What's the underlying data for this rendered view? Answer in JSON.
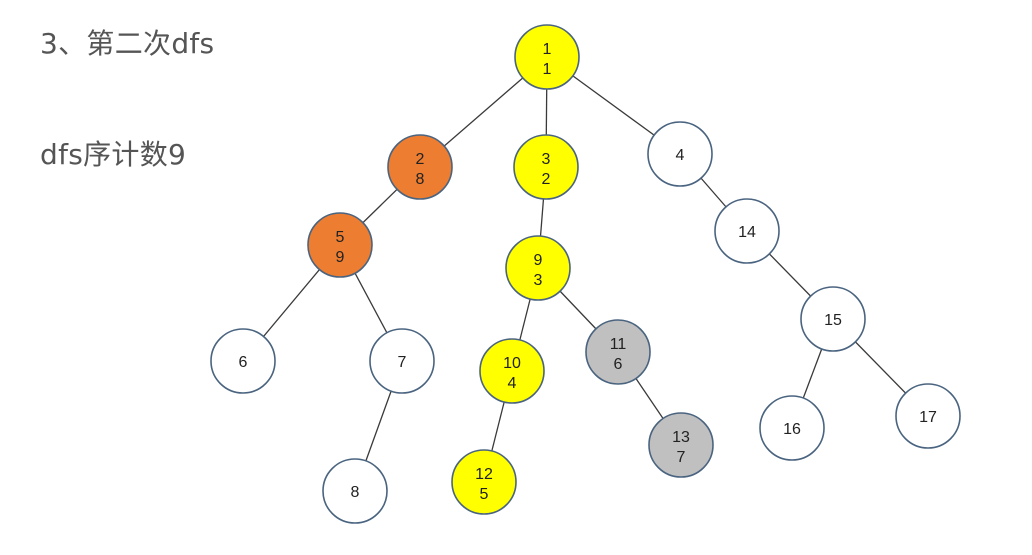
{
  "title": "3、第二次dfs",
  "counter_label": "dfs序计数9",
  "colors": {
    "current_path": "#ffff00",
    "finished": "#ed7d31",
    "visited_subtree": "#c0c0c0",
    "unvisited": "#ffffff",
    "node_border": "#4a6480",
    "edge": "#3a3a3a"
  },
  "nodes": [
    {
      "id": "1",
      "order": "1",
      "state": "current_path"
    },
    {
      "id": "2",
      "order": "8",
      "state": "finished"
    },
    {
      "id": "3",
      "order": "2",
      "state": "current_path"
    },
    {
      "id": "4",
      "order": "",
      "state": "unvisited"
    },
    {
      "id": "5",
      "order": "9",
      "state": "finished"
    },
    {
      "id": "6",
      "order": "",
      "state": "unvisited"
    },
    {
      "id": "7",
      "order": "",
      "state": "unvisited"
    },
    {
      "id": "8",
      "order": "",
      "state": "unvisited"
    },
    {
      "id": "9",
      "order": "3",
      "state": "current_path"
    },
    {
      "id": "10",
      "order": "4",
      "state": "current_path"
    },
    {
      "id": "11",
      "order": "6",
      "state": "visited_subtree"
    },
    {
      "id": "12",
      "order": "5",
      "state": "current_path"
    },
    {
      "id": "13",
      "order": "7",
      "state": "visited_subtree"
    },
    {
      "id": "14",
      "order": "",
      "state": "unvisited"
    },
    {
      "id": "15",
      "order": "",
      "state": "unvisited"
    },
    {
      "id": "16",
      "order": "",
      "state": "unvisited"
    },
    {
      "id": "17",
      "order": "",
      "state": "unvisited"
    }
  ],
  "edges": [
    [
      "1",
      "2"
    ],
    [
      "1",
      "3"
    ],
    [
      "1",
      "4"
    ],
    [
      "2",
      "5"
    ],
    [
      "5",
      "6"
    ],
    [
      "5",
      "7"
    ],
    [
      "7",
      "8"
    ],
    [
      "3",
      "9"
    ],
    [
      "9",
      "10"
    ],
    [
      "9",
      "11"
    ],
    [
      "10",
      "12"
    ],
    [
      "11",
      "13"
    ],
    [
      "4",
      "14"
    ],
    [
      "14",
      "15"
    ],
    [
      "15",
      "16"
    ],
    [
      "15",
      "17"
    ]
  ]
}
